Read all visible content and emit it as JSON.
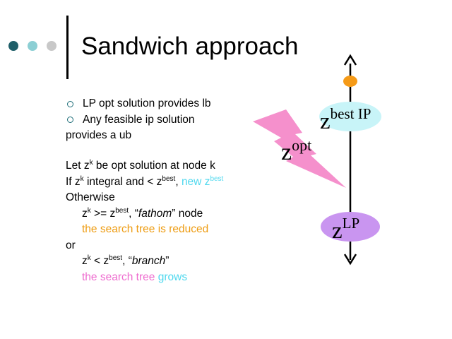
{
  "slide": {
    "title": "Sandwich approach",
    "bullets": [
      {
        "label": "LP opt solution provides lb"
      },
      {
        "label": "Any feasible ip solution"
      }
    ],
    "bullet_continuation": "provides a ub",
    "line1": {
      "a": "Let z",
      "sup": "k",
      "b": " be opt solution at node k"
    },
    "line2": {
      "a": "If z",
      "sup1": "k",
      "b": " integral and < z",
      "sup2": "best",
      "c": ", ",
      "d": "new z",
      "sup3": "best"
    },
    "line3": "Otherwise",
    "line4": {
      "a": "z",
      "sup1": "k",
      "b": " >= z",
      "sup2": "best",
      "c": ", “",
      "d": "fathom",
      "e": "” node"
    },
    "line5": "the search tree is reduced",
    "line6": "or",
    "line7": {
      "a": "z",
      "sup1": "k",
      "b": " < z",
      "sup2": "best",
      "c": ", “",
      "d": "branch",
      "e": "”"
    },
    "line8": {
      "a": "the search tree",
      "b": " ",
      "c": "grows"
    }
  },
  "diagram": {
    "zbest_ip": {
      "base": "z",
      "sup": "best IP"
    },
    "zopt": {
      "base": "z",
      "sup": "opt"
    },
    "zlp": {
      "base": "z",
      "sup": "LP"
    }
  },
  "colors": {
    "dot1": "#1f5f69",
    "dot2": "#8ccfd4",
    "dot3": "#c8c8c8",
    "cyan": "#4fd8ee",
    "orange": "#ee9c12",
    "pink": "#ee6ccf",
    "lp_ellipse": "#c995f0",
    "best_ellipse": "#c8f4f8",
    "lightning": "#f590cc"
  }
}
